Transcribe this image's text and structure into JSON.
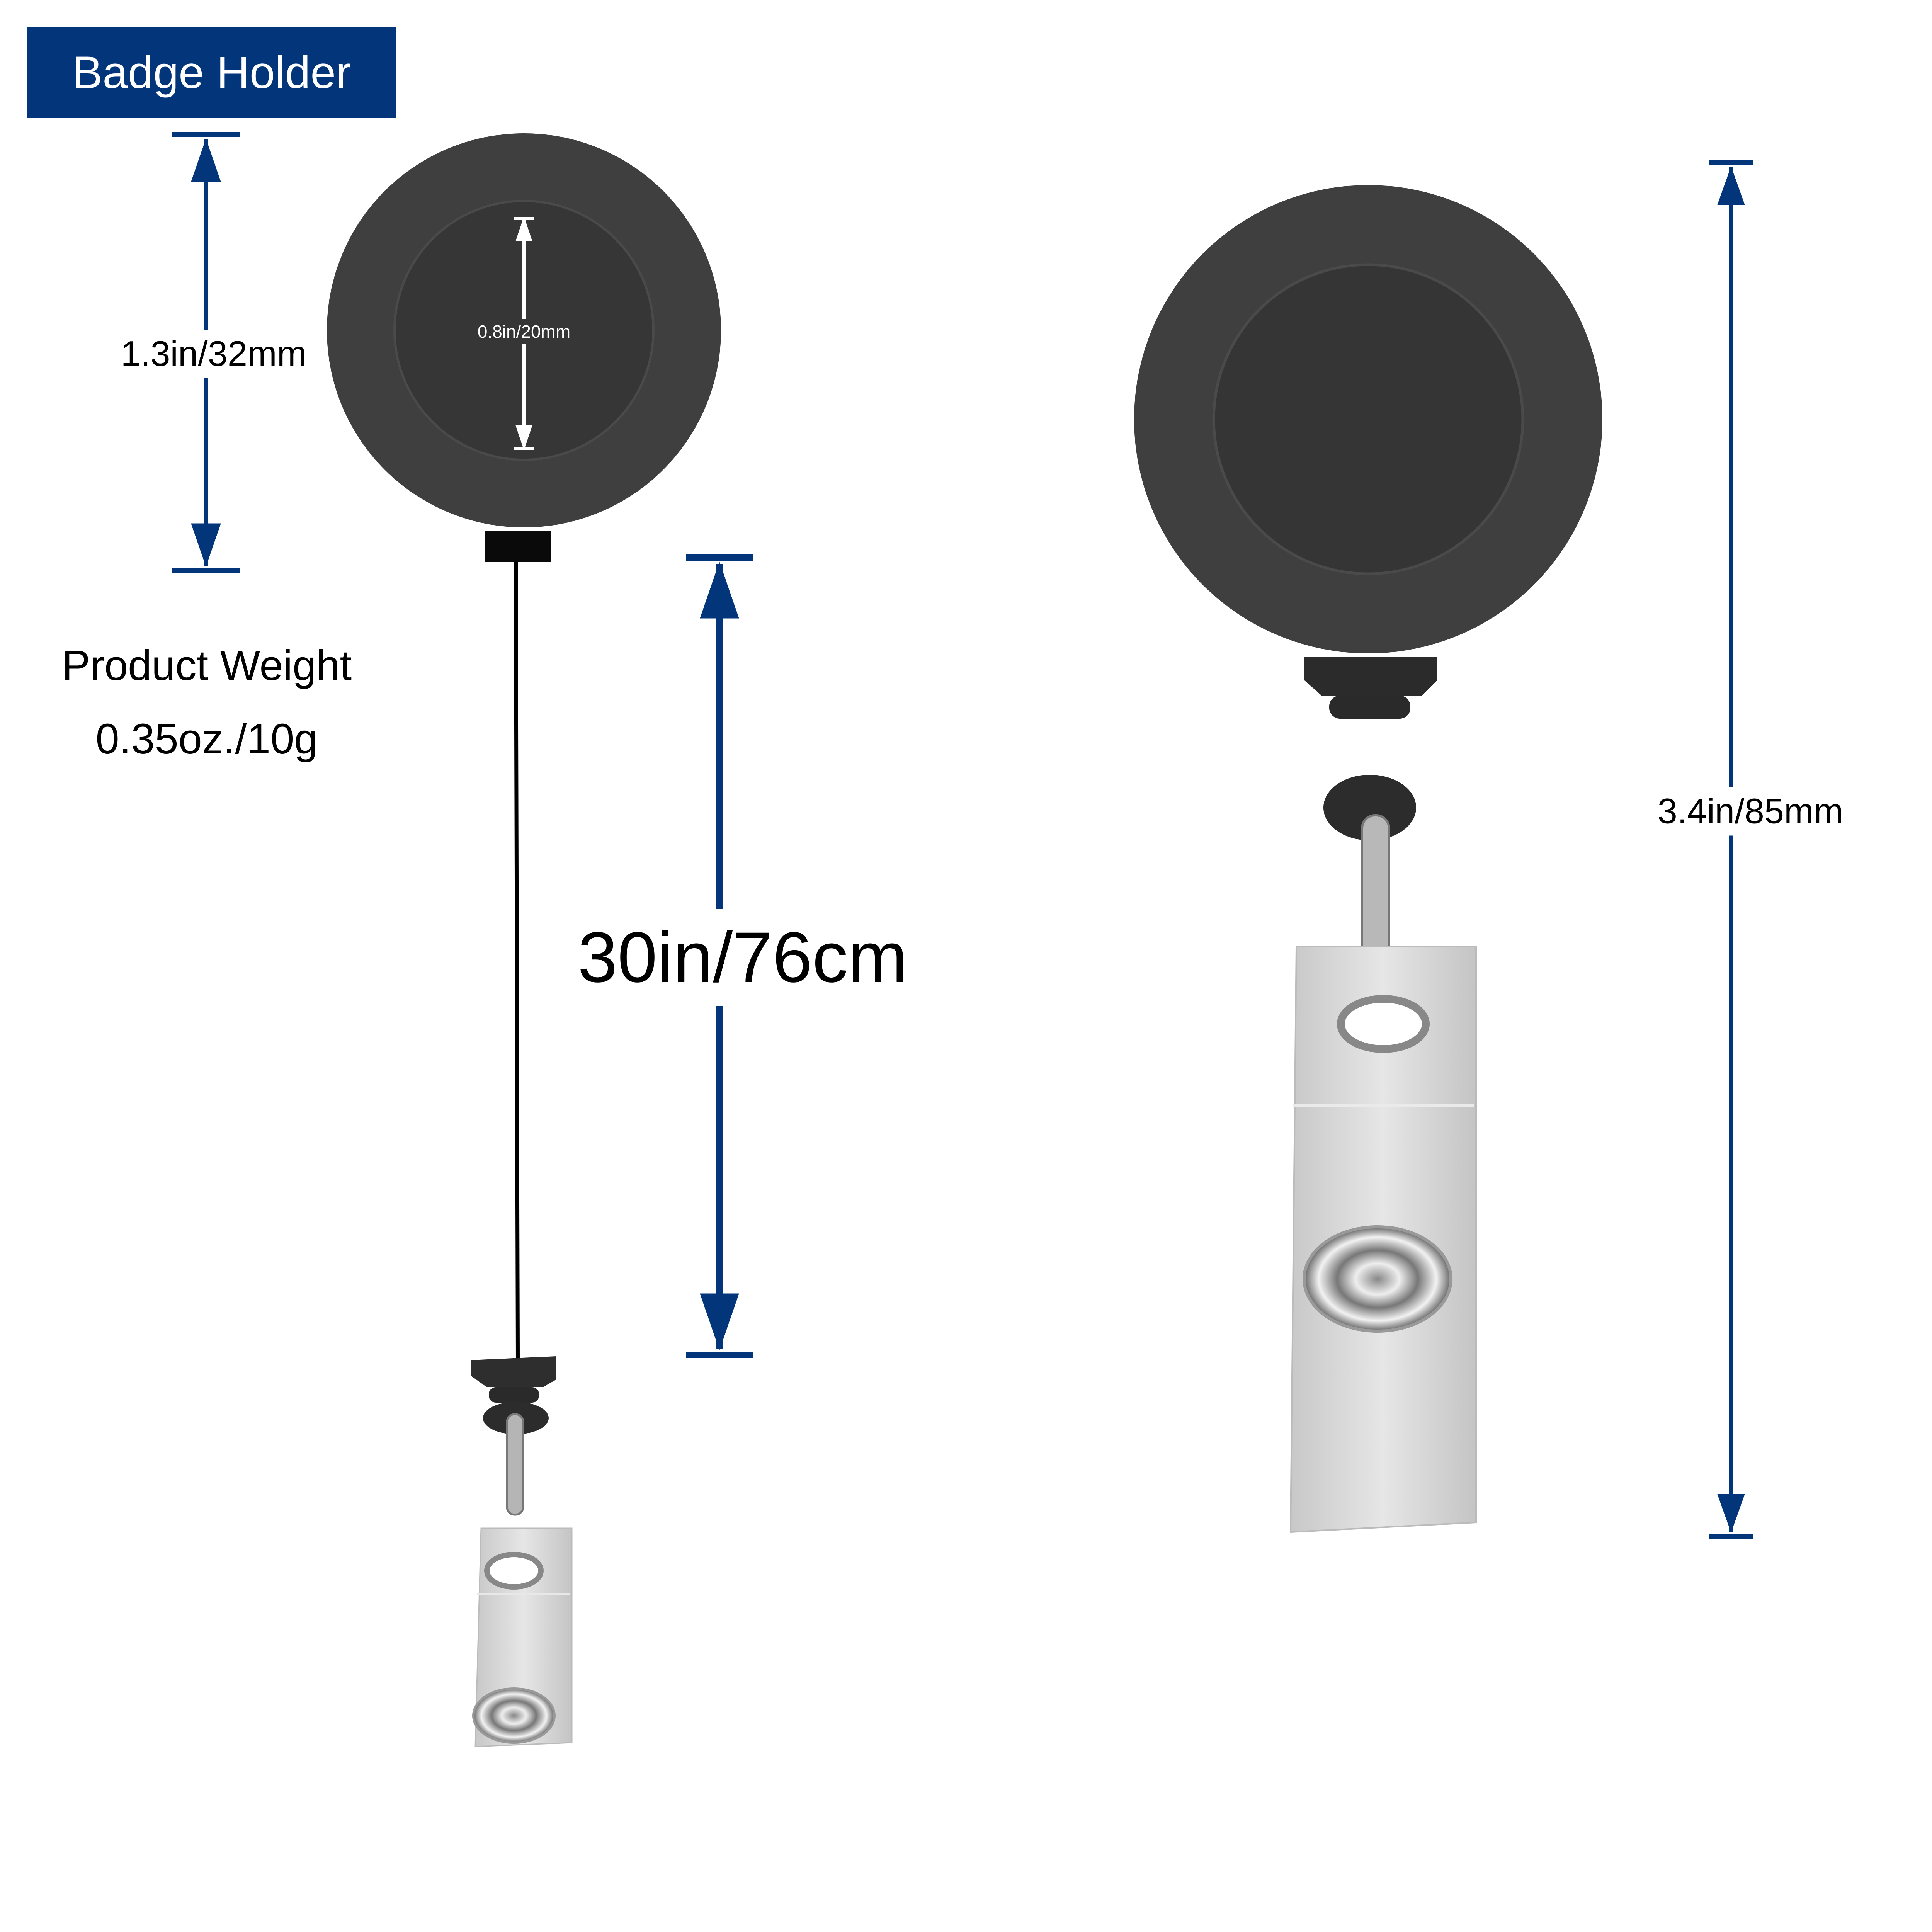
{
  "title_badge": {
    "label": "Badge Holder",
    "color": "#03357a"
  },
  "dimensions": {
    "reel_height": "1.3in/32mm",
    "inner_face": "0.8in/20mm",
    "cord_length": "30in/76cm",
    "total_length": "3.4in/85mm"
  },
  "weight": {
    "heading": "Product Weight",
    "value": "0.35oz./10g"
  },
  "colors": {
    "arrow": "#03357a",
    "reel": "#3d3d3d",
    "clip": "#d8d8d8"
  }
}
